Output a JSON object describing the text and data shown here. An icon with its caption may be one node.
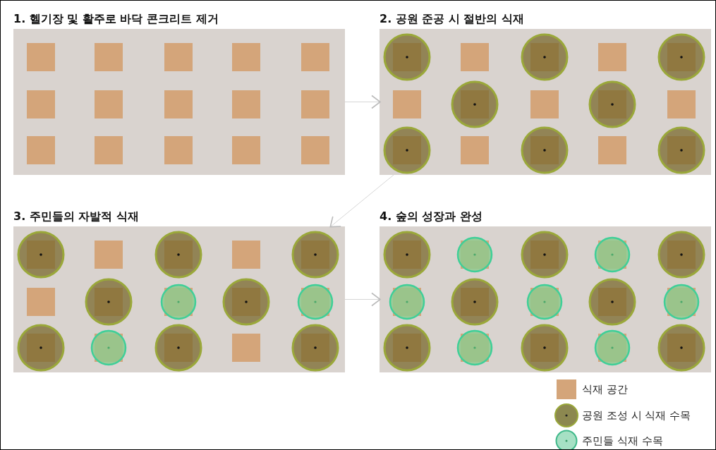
{
  "diagram": {
    "nodes": [
      {
        "text": [
          "1. 헬기장 및 활주로 바닥 콘크리트 제거"
        ]
      },
      {
        "text": [
          "2. 공원 준공 시 절반의 식재"
        ]
      },
      {
        "text": [
          "3. 주민들의 자발적 식재"
        ]
      },
      {
        "text": [
          "4. 숲의 성장과 완성"
        ]
      }
    ],
    "edges": [
      {
        "from": 0,
        "to": 1,
        "arrow": "to"
      },
      {
        "from": 1,
        "to": 2,
        "arrow": "to"
      },
      {
        "from": 2,
        "to": 3,
        "arrow": "to"
      }
    ],
    "legend": [
      {
        "text": "식재 공간",
        "color": "#d4a57a"
      },
      {
        "text": "공원 조성 시 식재 수목"
      },
      {
        "text": "주민들 식재 수목"
      }
    ]
  }
}
